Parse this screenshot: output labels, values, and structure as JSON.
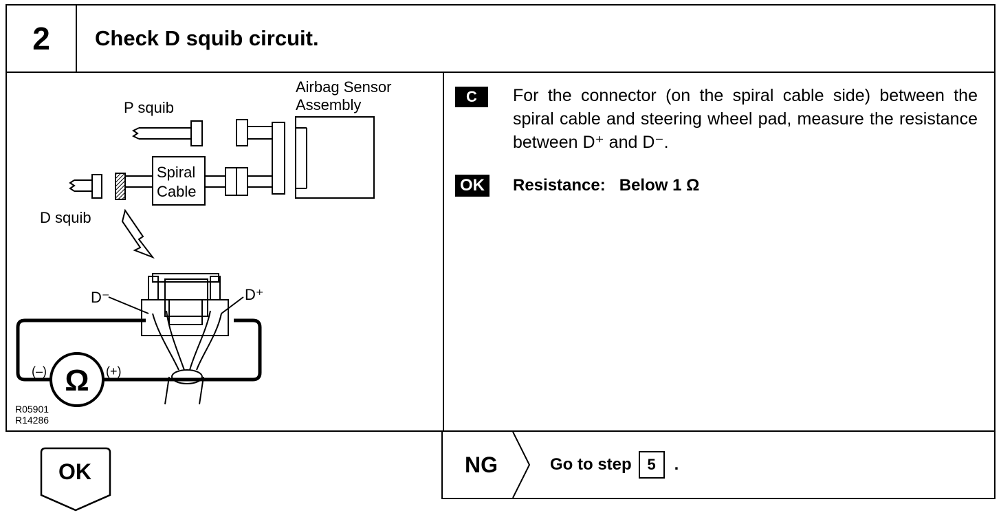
{
  "step": {
    "number": "2",
    "title": "Check D squib circuit."
  },
  "diagram": {
    "label_airbag_line1": "Airbag Sensor",
    "label_airbag_line2": "Assembly",
    "label_p_squib": "P squib",
    "label_d_squib": "D squib",
    "label_spiral_line1": "Spiral",
    "label_spiral_line2": "Cable",
    "label_d_minus": "D⁻",
    "label_d_plus": "D⁺",
    "label_ohm": "Ω",
    "label_neg": "(–)",
    "label_pos": "(+)",
    "ref_code_1": "R05901",
    "ref_code_2": "R14286"
  },
  "instructions": {
    "badge_c": "C",
    "text": "For the connector (on the spiral cable side) between the spiral cable and steering wheel pad, measure the resistance between D⁺ and D⁻.",
    "badge_ok": "OK",
    "resistance": "Resistance:   Below 1 Ω"
  },
  "footer": {
    "ok_label": "OK",
    "ng_label": "NG",
    "goto_prefix": "Go to step",
    "goto_step": "5",
    "goto_suffix": "."
  }
}
